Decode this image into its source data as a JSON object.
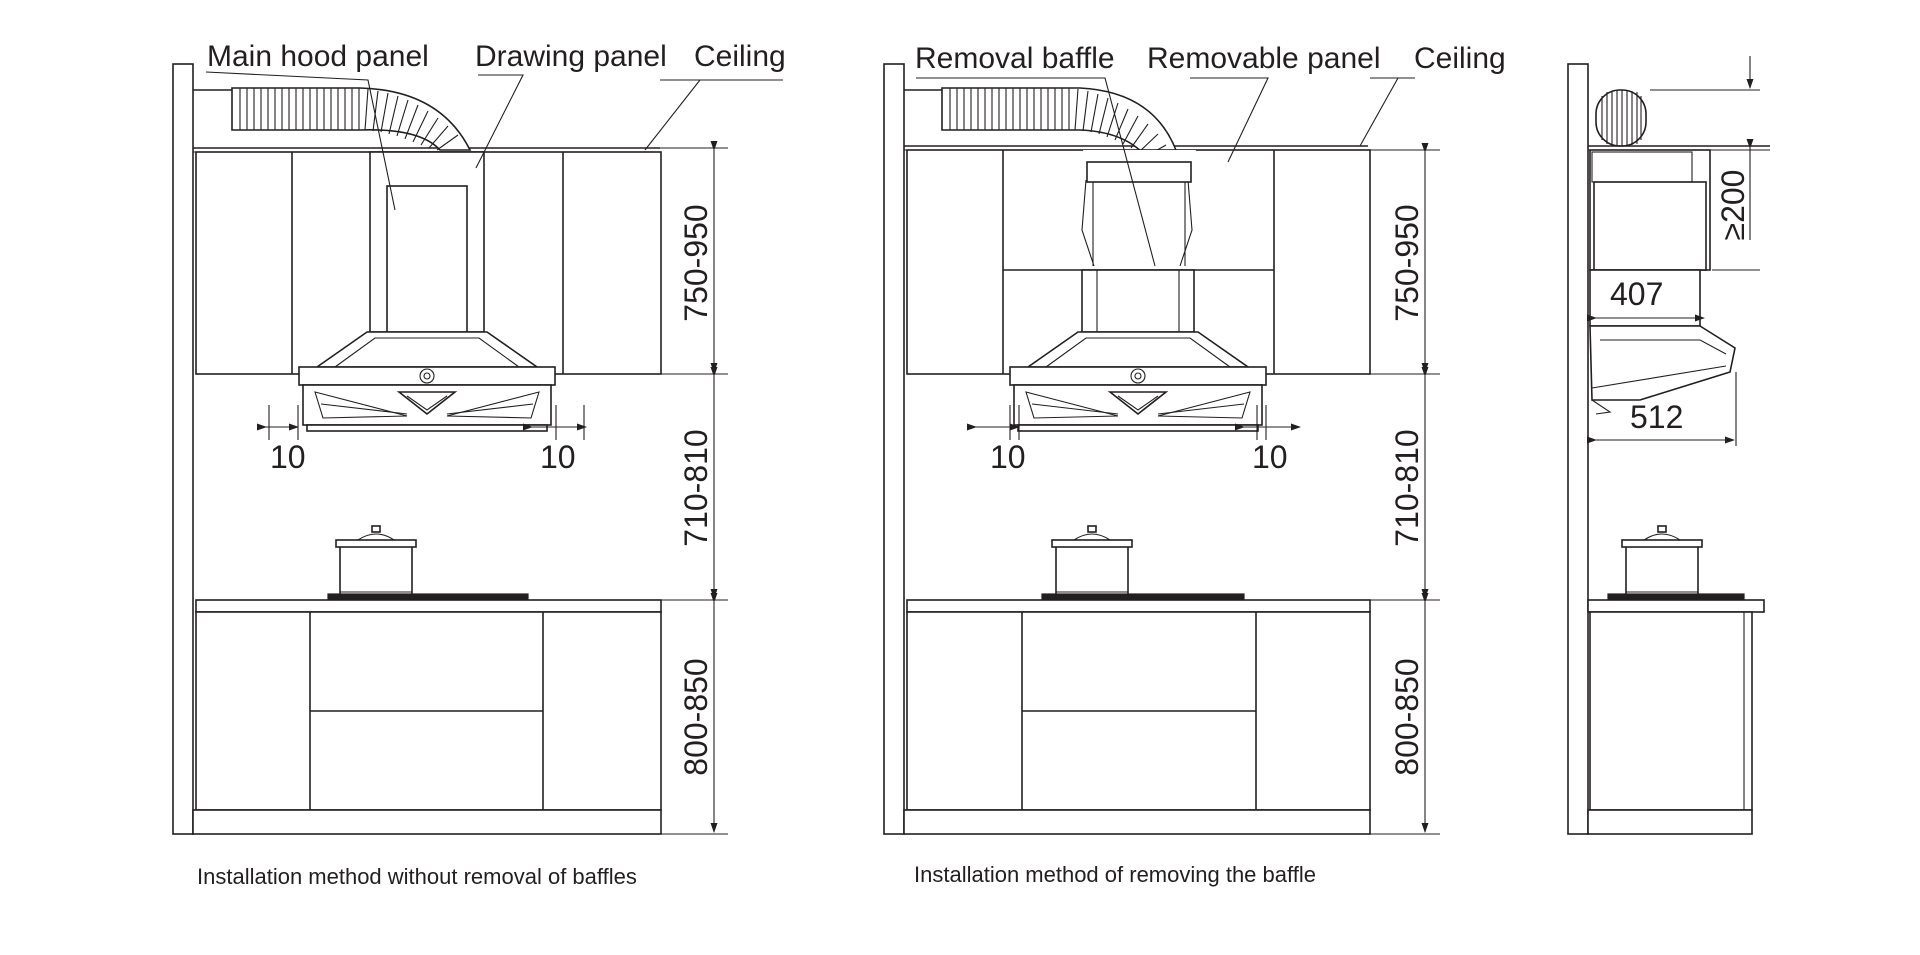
{
  "diagram1": {
    "labels": {
      "main_hood_panel": "Main hood panel",
      "drawing_panel": "Drawing panel",
      "ceiling": "Ceiling"
    },
    "dims": {
      "upper": "750-950",
      "middle": "710-810",
      "lower": "800-850",
      "gap_left": "10",
      "gap_right": "10"
    },
    "caption": "Installation method without removal of baffles"
  },
  "diagram2": {
    "labels": {
      "removal_baffle": "Removal baffle",
      "removable_panel": "Removable panel",
      "ceiling": "Ceiling"
    },
    "dims": {
      "upper": "750-950",
      "middle": "710-810",
      "lower": "800-850",
      "gap_left": "10",
      "gap_right": "10"
    },
    "caption": "Installation method of removing the baffle"
  },
  "diagram3": {
    "dims": {
      "clearance": "≥200",
      "depth_top": "407",
      "depth_bottom": "512"
    }
  },
  "colors": {
    "line": "#231f20",
    "background": "#ffffff"
  }
}
